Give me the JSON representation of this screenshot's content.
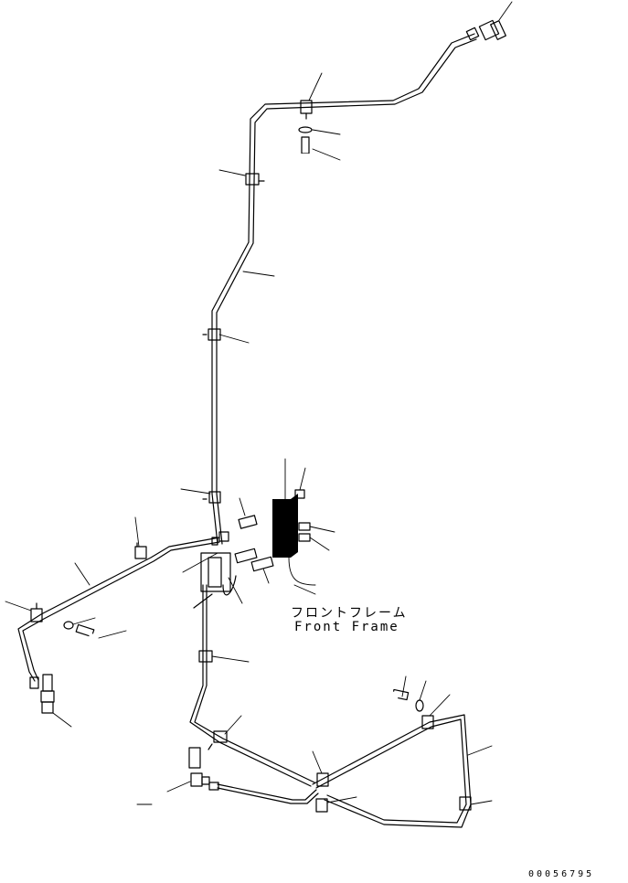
{
  "callout_labels": {
    "japanese": "フロントフレーム",
    "english": "Front Frame"
  },
  "drawing_number": "00056795"
}
